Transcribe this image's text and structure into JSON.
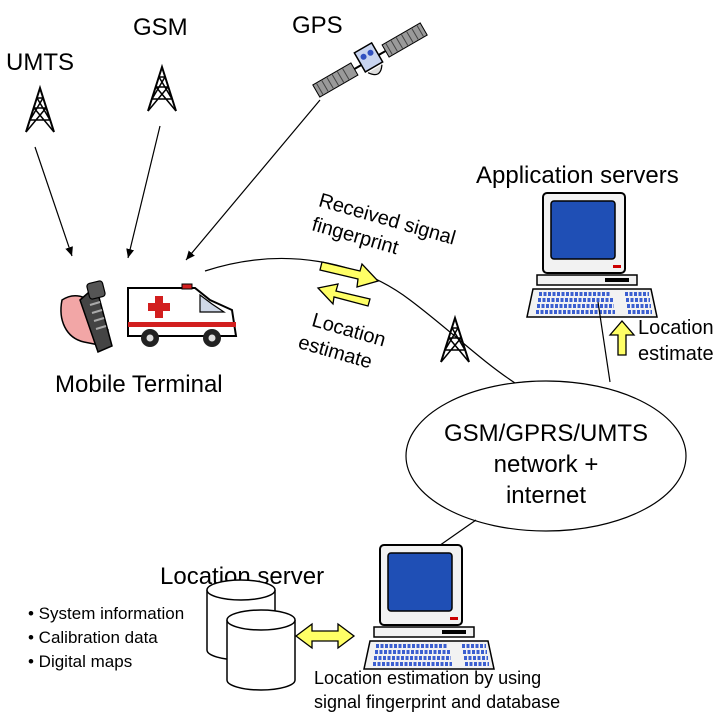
{
  "labels": {
    "umts": "UMTS",
    "gsm": "GSM",
    "gps": "GPS",
    "application_servers": "Application servers",
    "received_line1": "Received signal",
    "received_line2": "fingerprint",
    "location_est_line1": "Location",
    "location_est_line2": "estimate",
    "mobile_terminal": "Mobile Terminal",
    "app_location_line1": "Location",
    "app_location_line2": "estimate",
    "network_line1": "GSM/GPRS/UMTS",
    "network_line2": "network +",
    "network_line3": "internet",
    "location_server": "Location server",
    "bullet_1": "• System information",
    "bullet_2": "• Calibration data",
    "bullet_3": "• Digital maps",
    "bottom_line1": "Location estimation by using",
    "bottom_line2": "signal fingerprint and database"
  },
  "colors": {
    "arrow_fill": "#ffff66",
    "screen_blue": "#1f4fb5",
    "monitor_body": "#f2f2f2",
    "keyboard_keys": "#3b5fd0",
    "ambulance_cross": "#d21f1f",
    "hand_skin": "#f2a6a6",
    "phone_body": "#444444"
  },
  "icons": {
    "tower": "radio-tower-icon",
    "satellite": "satellite-icon",
    "computer": "desktop-computer-icon",
    "database": "database-icon",
    "phone": "mobile-phone-icon",
    "ambulance": "ambulance-icon"
  }
}
